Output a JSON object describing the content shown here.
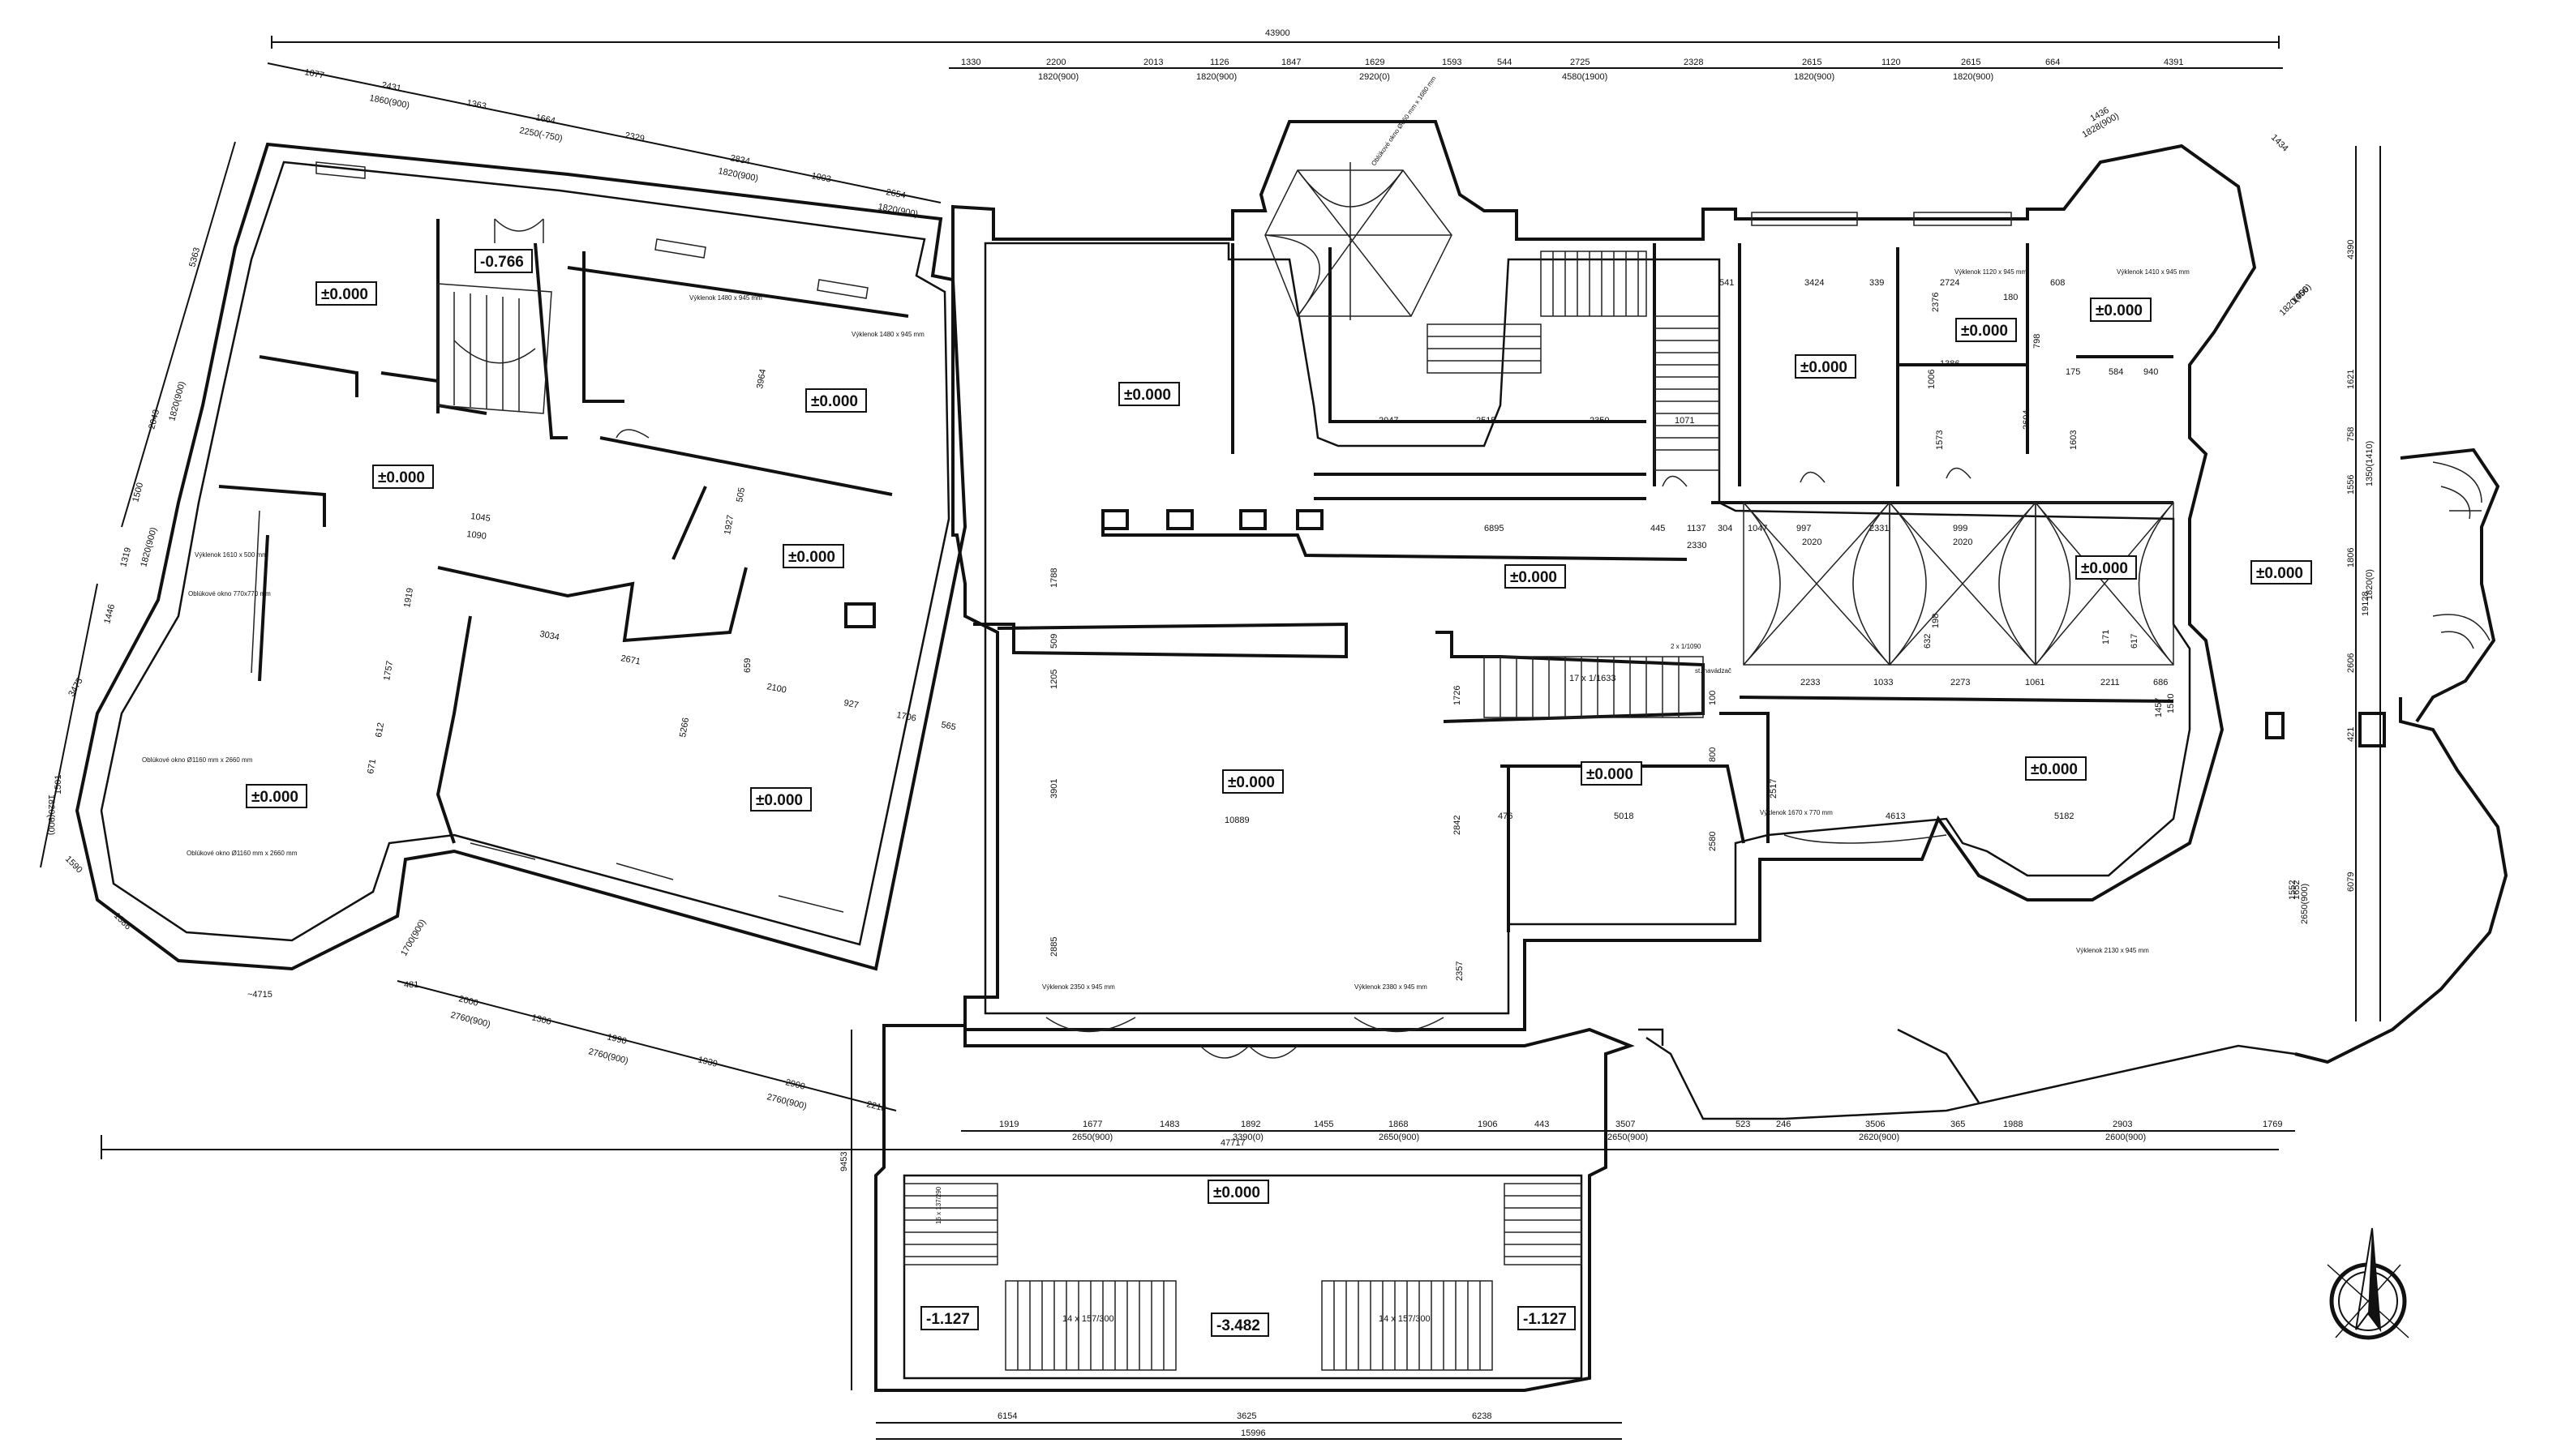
{
  "overall": {
    "top_total": "43900",
    "bottom_total": "47717",
    "right_total": "19128",
    "terrace_total": "15996",
    "terrace_left_height": "9453"
  },
  "levels": {
    "l1": "±0.000",
    "l2": "-0.766",
    "l3": "±0.000",
    "l4": "±0.000",
    "l5": "±0.000",
    "l6": "±0.000",
    "l7": "±0.000",
    "l8": "±0.000",
    "l9": "±0.000",
    "l10": "±0.000",
    "l11": "±0.000",
    "l12": "±0.000",
    "l13": "±0.000",
    "l14": "±0.000",
    "l15": "±0.000",
    "l16": "±0.000",
    "l17": "±0.000",
    "l18": "-1.127",
    "l19": "-3.482",
    "l20": "-1.127"
  },
  "dims": {
    "top_row": [
      "1330",
      "2200",
      "2013",
      "1126",
      "1847",
      "1629",
      "1593",
      "544",
      "2725",
      "2328",
      "2615",
      "1120",
      "2615",
      "664",
      "4391"
    ],
    "top_row_sub": [
      "1820(900)",
      "1820(900)",
      "2920(0)",
      "4580(1900)",
      "1820(900)",
      "1820(900)"
    ],
    "top_left": [
      "1077",
      "2431",
      "1363",
      "1664",
      "2329",
      "2834",
      "1003",
      "2654"
    ],
    "top_left_sub": [
      "1860(900)",
      "2250(-750)",
      "1820(900)",
      "1820(900)"
    ],
    "bottom_left": [
      "2000",
      "1306",
      "1990",
      "1939",
      "2900",
      "2218",
      "481"
    ],
    "bottom_left_sub": [
      "2760(900)",
      "2760(900)",
      "2760(900)",
      "1700(900)"
    ],
    "bottom_row": [
      "1919",
      "1677",
      "1483",
      "1892",
      "1455",
      "1868",
      "1906",
      "443",
      "3507",
      "523",
      "246",
      "3506",
      "365",
      "1988",
      "2903",
      "1769"
    ],
    "bottom_row_sub": [
      "2650(900)",
      "3390(0)",
      "2650(900)",
      "2650(900)",
      "2620(900)",
      "2600(900)"
    ],
    "terrace_bottom": [
      "6154",
      "3625",
      "6238"
    ],
    "right_col": [
      "4390",
      "1621",
      "758",
      "1556",
      "1806",
      "2606",
      "421",
      "6079",
      "1552"
    ],
    "right_col_sub": [
      "1350(1410)",
      "1820(0)",
      "2650(900)"
    ],
    "left_col": [
      "5363",
      "2043",
      "1500",
      "1319",
      "1446",
      "3475",
      "1501",
      "1590",
      "1386"
    ],
    "left_col_sub": [
      "1820(900)",
      "1820(900)",
      "1820(900)"
    ],
    "interior": [
      "3424",
      "339",
      "541",
      "2724",
      "608",
      "180",
      "1386",
      "2376",
      "798",
      "175",
      "584",
      "940",
      "1573",
      "2604",
      "1603",
      "1006",
      "2047",
      "2515",
      "2350",
      "1071",
      "6895",
      "445",
      "1137",
      "304",
      "1047",
      "997",
      "2331",
      "999",
      "2020",
      "2020",
      "2330",
      "2233",
      "1033",
      "2273",
      "1061",
      "2211",
      "686",
      "1045",
      "1090",
      "3034",
      "2671",
      "2100",
      "927",
      "1706",
      "565",
      "1919",
      "1757",
      "612",
      "671",
      "3964",
      "1927",
      "505",
      "5266",
      "1788",
      "509",
      "1205",
      "3901",
      "10889",
      "2885",
      "1726",
      "476",
      "5018",
      "2517",
      "4613",
      "5182",
      "2842",
      "2357",
      "2580",
      "800",
      "100",
      "1457",
      "1520",
      "1652",
      "1436",
      "1828(900)",
      "1434",
      "1456",
      "1820(900)",
      "659",
      "617",
      "171",
      "632",
      "198"
    ],
    "windows": [
      "Výklenok 1480 x 945 mm",
      "Výklenok 1480 x 945 mm",
      "Výklenok 1410 x 945 mm",
      "Výklenok 1120 x 945 mm",
      "Výklenok 2350 x 945 mm",
      "Výklenok 2380 x 945 mm",
      "Výklenok 2130 x 945 mm",
      "Výklenok 1670 x 770 mm",
      "Výklenok 1610 x 500 mm",
      "Oblúkové okno 770x770 mm",
      "Oblúkové okno Ø1160 mm x 2660 mm",
      "Oblúkové okno Ø1160 mm x 2660 mm",
      "Oblúkové okno Ø660 mm x 1680 mm"
    ],
    "stairs": [
      "17 x 1/1633",
      "14 x 157/300",
      "14 x 157/300",
      "16 x 137/290",
      "2 x 1/1090",
      "st. navádzač"
    ],
    "radius": "~4715"
  }
}
